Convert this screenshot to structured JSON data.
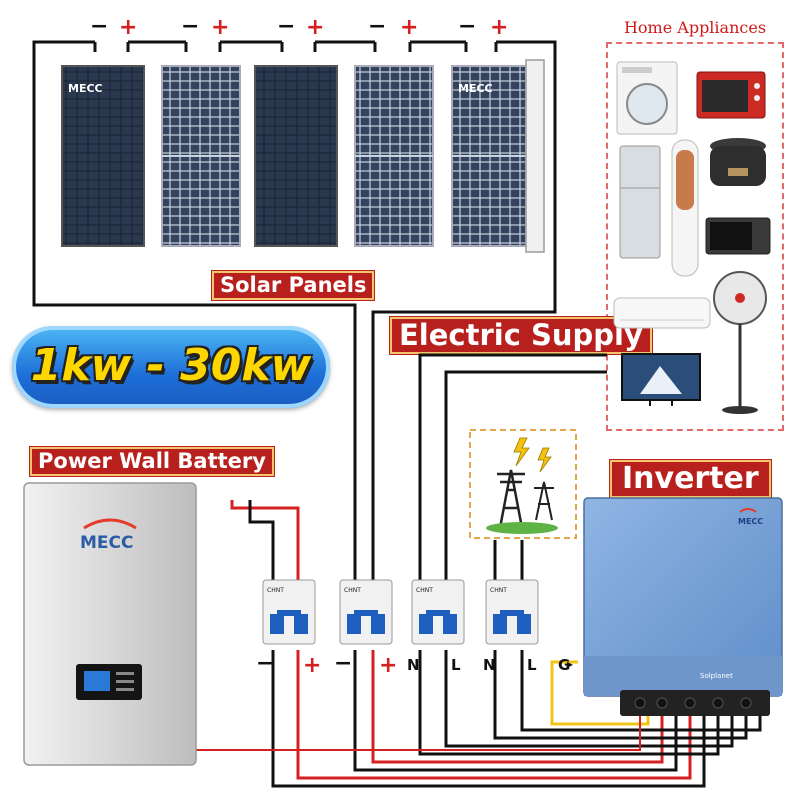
{
  "range_badge": "1kw - 30kw",
  "labels": {
    "solar_panels": "Solar Panels",
    "electric_supply": "Electric Supply",
    "power_wall_battery": "Power Wall Battery",
    "inverter": "Inverter",
    "home_appliances": "Home Appliances"
  },
  "brands": {
    "panel_logo": "MECC",
    "battery_logo": "MECC",
    "breaker_brand": "CHNT",
    "inverter_brand": "Solplanet"
  },
  "panel_polarity": [
    "−",
    "+"
  ],
  "terminal_labels": [
    "−",
    "+",
    "−",
    "+",
    "N",
    "L",
    "N",
    "L",
    "G"
  ],
  "colors": {
    "tag_red": "#b8201d",
    "badge_blue": "#1d6fd8",
    "badge_text": "#ffd700",
    "wire_black": "#111111",
    "wire_red": "#d42020",
    "wire_ground": "#f0c419",
    "inverter_blue": "#6f9fd8",
    "battery_grey": "#d9d9d9"
  },
  "icons": [
    "solar-panel-icon",
    "battery-icon",
    "breaker-icon",
    "transmission-tower-icon",
    "lightning-icon",
    "inverter-icon",
    "washing-machine-icon",
    "oven-icon",
    "refrigerator-icon",
    "tower-ac-icon",
    "rice-cooker-icon",
    "microwave-icon",
    "split-ac-icon",
    "fan-icon",
    "tv-icon"
  ]
}
